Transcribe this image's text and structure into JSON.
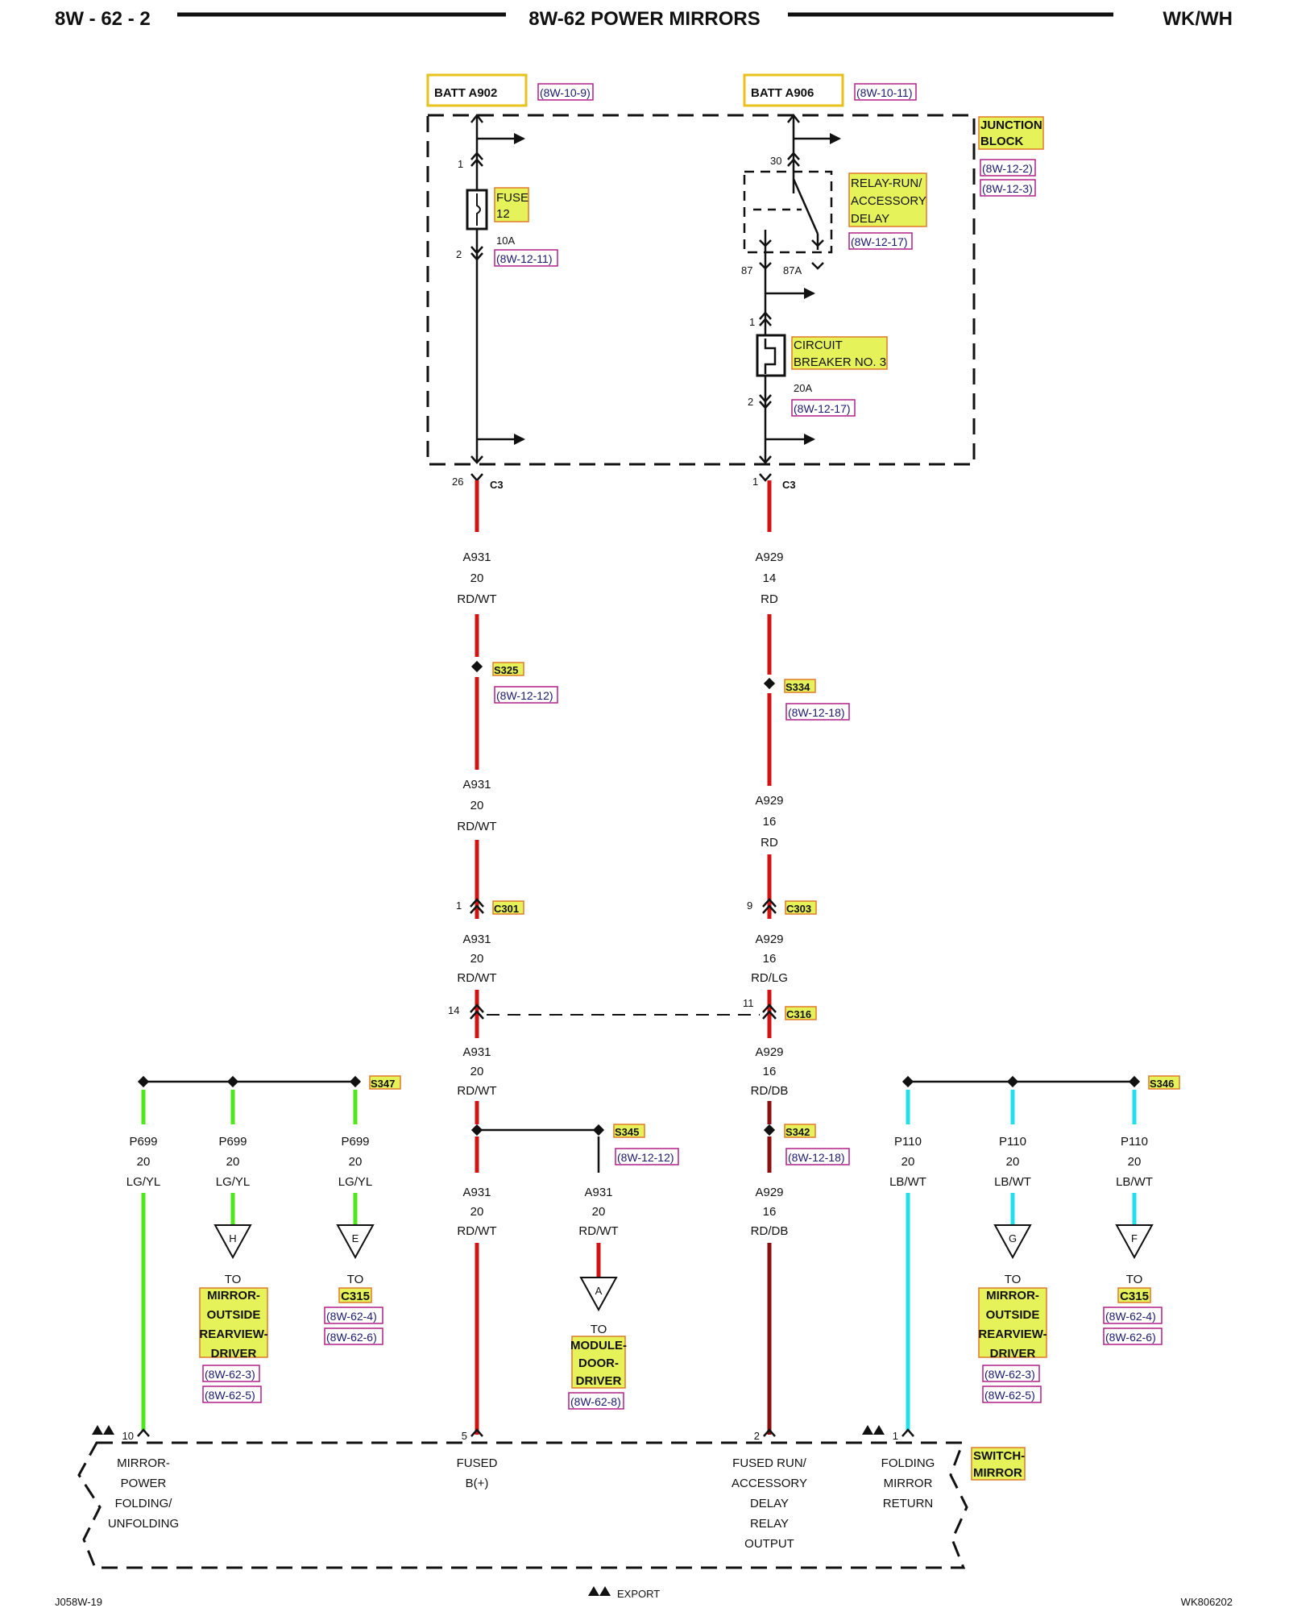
{
  "header": {
    "page_number": "8W - 62 - 2",
    "title": "8W-62 POWER MIRRORS",
    "model": "WK/WH"
  },
  "footer": {
    "left_code": "J058W-19",
    "legend_text": "EXPORT",
    "right_code": "WK806202"
  },
  "sources": {
    "batt_a902": {
      "label": "BATT A902",
      "ref": "(8W-10-9)"
    },
    "batt_a906": {
      "label": "BATT A906",
      "ref": "(8W-10-11)"
    }
  },
  "junction_block": {
    "name_line1": "JUNCTION",
    "name_line2": "BLOCK",
    "ref1": "(8W-12-2)",
    "ref2": "(8W-12-3)",
    "fuse": {
      "name_line1": "FUSE",
      "name_line2": "12",
      "rating": "10A",
      "ref": "(8W-12-11)",
      "pin_top": "1",
      "pin_bottom": "2"
    },
    "relay": {
      "name_line1": "RELAY-RUN/",
      "name_line2": "ACCESSORY",
      "name_line3": "DELAY",
      "ref": "(8W-12-17)",
      "pin_30": "30",
      "pin_87": "87",
      "pin_87a": "87A"
    },
    "breaker": {
      "name_line1": "CIRCUIT",
      "name_line2": "BREAKER NO. 3",
      "rating": "20A",
      "ref": "(8W-12-17)",
      "pin_top": "1",
      "pin_bottom": "2"
    },
    "connector_left": {
      "pin": "26",
      "name": "C3"
    },
    "connector_right": {
      "pin": "1",
      "name": "C3"
    }
  },
  "left_circuit": {
    "wire1": {
      "code": "A931",
      "gauge": "20",
      "color": "RD/WT"
    },
    "splice": {
      "name": "S325",
      "ref": "(8W-12-12)"
    },
    "wire2": {
      "code": "A931",
      "gauge": "20",
      "color": "RD/WT"
    },
    "connector1": {
      "pin": "1",
      "name": "C301"
    },
    "wire3": {
      "code": "A931",
      "gauge": "20",
      "color": "RD/WT"
    },
    "connector2": {
      "pin": "14"
    },
    "wire4": {
      "code": "A931",
      "gauge": "20",
      "color": "RD/WT"
    },
    "splice2": {
      "name": "S345",
      "ref": "(8W-12-12)"
    },
    "wire5": {
      "code": "A931",
      "gauge": "20",
      "color": "RD/WT"
    },
    "branch": {
      "code": "A931",
      "gauge": "20",
      "color": "RD/WT",
      "marker": "A",
      "to": "TO",
      "dest_line1": "MODULE-",
      "dest_line2": "DOOR-",
      "dest_line3": "DRIVER",
      "ref": "(8W-62-8)"
    }
  },
  "right_circuit": {
    "wire1": {
      "code": "A929",
      "gauge": "14",
      "color": "RD"
    },
    "splice": {
      "name": "S334",
      "ref": "(8W-12-18)"
    },
    "wire2": {
      "code": "A929",
      "gauge": "16",
      "color": "RD"
    },
    "connector1": {
      "pin": "9",
      "name": "C303"
    },
    "wire3": {
      "code": "A929",
      "gauge": "16",
      "color": "RD/LG"
    },
    "connector2": {
      "pin": "11",
      "name": "C316"
    },
    "wire4": {
      "code": "A929",
      "gauge": "16",
      "color": "RD/DB"
    },
    "splice2": {
      "name": "S342",
      "ref": "(8W-12-18)"
    },
    "wire5": {
      "code": "A929",
      "gauge": "16",
      "color": "RD/DB"
    }
  },
  "green_group": {
    "splice": "S347",
    "wires": [
      {
        "code": "P699",
        "gauge": "20",
        "color": "LG/YL"
      },
      {
        "code": "P699",
        "gauge": "20",
        "color": "LG/YL"
      },
      {
        "code": "P699",
        "gauge": "20",
        "color": "LG/YL"
      }
    ],
    "branch_h": {
      "marker": "H",
      "to": "TO",
      "dest_line1": "MIRROR-",
      "dest_line2": "OUTSIDE",
      "dest_line3": "REARVIEW-",
      "dest_line4": "DRIVER",
      "ref1": "(8W-62-3)",
      "ref2": "(8W-62-5)"
    },
    "branch_e": {
      "marker": "E",
      "to": "TO",
      "dest": "C315",
      "ref1": "(8W-62-4)",
      "ref2": "(8W-62-6)"
    }
  },
  "cyan_group": {
    "splice": "S346",
    "wires": [
      {
        "code": "P110",
        "gauge": "20",
        "color": "LB/WT"
      },
      {
        "code": "P110",
        "gauge": "20",
        "color": "LB/WT"
      },
      {
        "code": "P110",
        "gauge": "20",
        "color": "LB/WT"
      }
    ],
    "branch_g": {
      "marker": "G",
      "to": "TO",
      "dest_line1": "MIRROR-",
      "dest_line2": "OUTSIDE",
      "dest_line3": "REARVIEW-",
      "dest_line4": "DRIVER",
      "ref1": "(8W-62-3)",
      "ref2": "(8W-62-5)"
    },
    "branch_f": {
      "marker": "F",
      "to": "TO",
      "dest": "C315",
      "ref1": "(8W-62-4)",
      "ref2": "(8W-62-6)"
    }
  },
  "switch_mirror": {
    "name_line1": "SWITCH-",
    "name_line2": "MIRROR",
    "pins": [
      {
        "pin": "10",
        "lines": [
          "MIRROR-",
          "POWER",
          "FOLDING/",
          "UNFOLDING"
        ]
      },
      {
        "pin": "5",
        "lines": [
          "FUSED",
          "B(+)"
        ]
      },
      {
        "pin": "2",
        "lines": [
          "FUSED RUN/",
          "ACCESSORY",
          "DELAY",
          "RELAY",
          "OUTPUT"
        ]
      },
      {
        "pin": "1",
        "lines": [
          "FOLDING",
          "MIRROR",
          "RETURN"
        ]
      }
    ]
  },
  "colors": {
    "red_wire": "#d01414",
    "green_wire": "#4ee81a",
    "cyan_wire": "#22e0ea",
    "highlight": "#e6f25a"
  }
}
